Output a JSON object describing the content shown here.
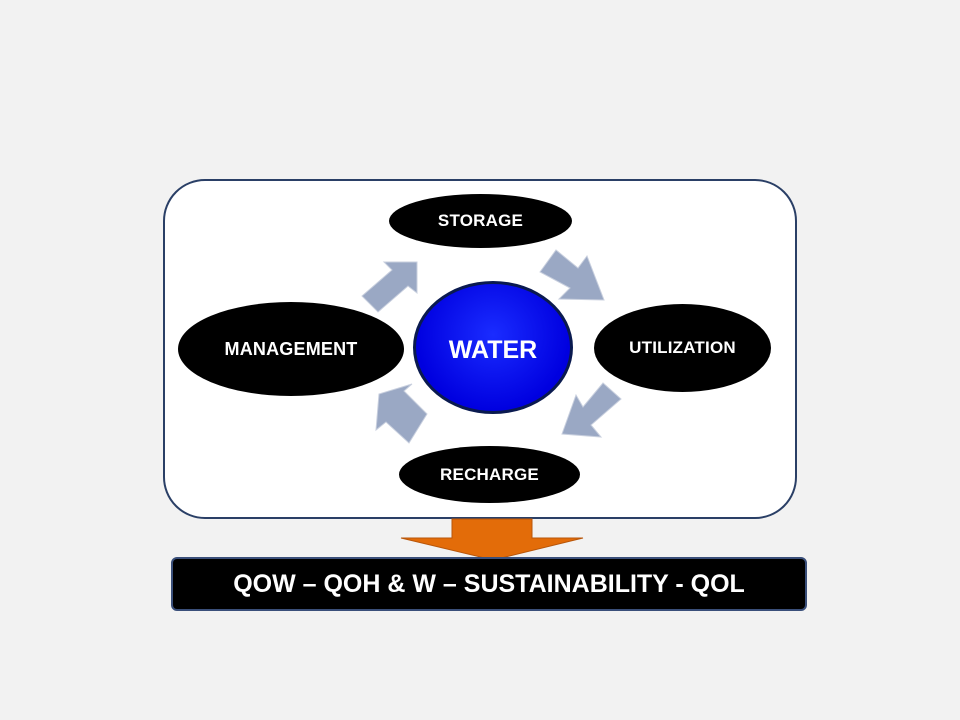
{
  "diagram": {
    "center": {
      "label": "WATER"
    },
    "nodes": {
      "storage": "STORAGE",
      "utilization": "UTILIZATION",
      "recharge": "RECHARGE",
      "management": "MANAGEMENT"
    },
    "result": "QOW – QOH & W – SUSTAINABILITY - QOL",
    "colors": {
      "background": "#f2f2f2",
      "box_border": "#2a3f66",
      "node_fill": "#000000",
      "center_fill": "#0000e0",
      "cycle_arrows": "#9aa8c4",
      "down_arrow": "#e36c09"
    },
    "flow": [
      "storage",
      "utilization",
      "recharge",
      "management",
      "storage"
    ]
  }
}
